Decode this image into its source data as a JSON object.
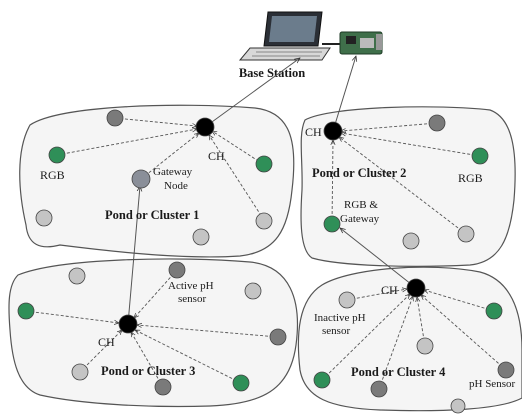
{
  "diagram": {
    "base_station_label": "Base Station",
    "colors": {
      "ch_node": "#000000",
      "rgb_node": "#2f8f58",
      "gateway_node": "#8a8f99",
      "active_ph_node": "#7a7a7a",
      "inactive_ph_node": "#c4c4c4",
      "cluster_fill": "#f5f5f5",
      "cluster_stroke": "#555555"
    },
    "clusters": [
      {
        "name": "Pond or Cluster 1",
        "labels": {
          "ch": "CH",
          "rgb": "RGB",
          "gateway": "Gateway\nNode"
        }
      },
      {
        "name": "Pond or Cluster 2",
        "labels": {
          "ch": "CH",
          "rgb": "RGB",
          "gateway": "RGB &\nGateway"
        }
      },
      {
        "name": "Pond or Cluster 3",
        "labels": {
          "ch": "CH",
          "active_ph": "Active pH\nsensor"
        }
      },
      {
        "name": "Pond or Cluster 4",
        "labels": {
          "ch": "CH",
          "inactive_ph": "Inactive pH\nsensor",
          "ph_sensor": "pH Sensor"
        }
      }
    ]
  }
}
